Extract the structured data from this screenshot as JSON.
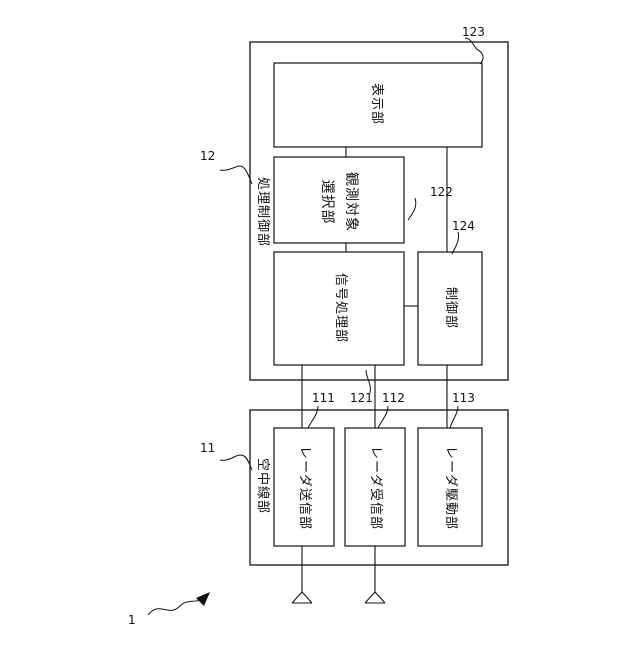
{
  "figure_label": "1",
  "units": {
    "air": {
      "ref": "11",
      "label": "空中線部"
    },
    "proc": {
      "ref": "12",
      "label": "処理制御部"
    }
  },
  "blocks": {
    "display": {
      "ref": "123",
      "label": "表示部"
    },
    "select": {
      "ref": "122",
      "label_line1": "観測対象",
      "label_line2": "選択部"
    },
    "signal": {
      "ref": "121",
      "label": "信号処理部"
    },
    "control": {
      "ref": "124",
      "label": "制御部"
    },
    "tx": {
      "ref": "111",
      "label": "レーダ送信部"
    },
    "rx": {
      "ref": "112",
      "label": "レーダ受信部"
    },
    "drive": {
      "ref": "113",
      "label": "レーダ駆動部"
    }
  }
}
